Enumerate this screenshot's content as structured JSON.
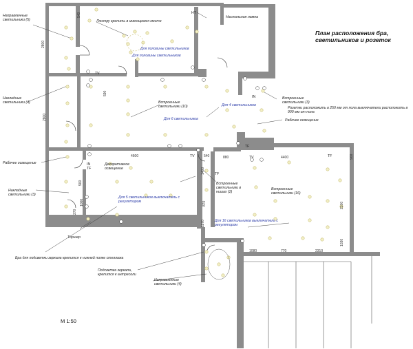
{
  "title": "План расположения бра, светильников и розеток",
  "scale": "М 1:50",
  "labels": {
    "directional_5": "Направленные светильники (5)",
    "chandelier": "Люстру крепить в имеющемся месте",
    "desk_lamp": "Настольная лампа",
    "half_lamps_1": "Для половины светильников",
    "half_lamps_2": "Для половины светильников",
    "surface_4": "Накладные светильники (4)",
    "recessed_10": "Встроенные светильники (10)",
    "for_4": "Для 4 светильников",
    "for_6": "Для 6 светильников",
    "recessed_3": "Встроенные светильники (3)",
    "sockets_note": "Розетки расположить в 250 мм от пола выключатели расположить в 900 мм от пола",
    "work_light_right": "Рабочее освещение",
    "work_light_left": "Рабочее освещение",
    "decorative": "Декоративное освещение",
    "surface_3": "Накладные светильники (3)",
    "for_5_dimmer": "Для 5 светильников выключатель с регулятором",
    "recessed_niches": "Встроенные светильники в нишах (2)",
    "recessed_16": "Встроенные светильники (16)",
    "for_16_dimmer": "Для 16 светильников выключатель с регулятором",
    "torcher": "Торшер",
    "mirror_sconce": "Бра для подсветки зеркала крепится к нижней полке стеллажа",
    "mirror_light": "Подсветка зеркала, крепится к антресоли",
    "directional_4": "Направленные светильники  (4)"
  },
  "marks": {
    "tv1": "TV",
    "tv2": "TV",
    "tv3": "TV",
    "in1": "IN",
    "in2": "IN",
    "tf1": "TF",
    "tf2": "TF",
    "tf3": "TF",
    "tf4": "TF",
    "ht": "HT"
  },
  "dims": {
    "d540a": "540",
    "d2800a": "2800",
    "d2800b": "2800",
    "d590": "590",
    "d4600": "4600",
    "d540b": "540",
    "d880": "880",
    "d4400": "4400",
    "d900a": "900",
    "d1000": "1000",
    "d270": "270",
    "d1400": "1400",
    "d870": "870",
    "d1170": "1170",
    "d900b": "900",
    "d2100": "2100",
    "d1030": "1030",
    "d1080": "1080",
    "d770": "770",
    "d2310": "2310"
  },
  "colors": {
    "wall": "#8c8c8c",
    "wall_dark": "#6e6e6e",
    "line": "#333333",
    "lamp_fill": "#f3efc6",
    "lamp_stroke": "#c9c07a",
    "text_blue": "#2a3aa8"
  }
}
